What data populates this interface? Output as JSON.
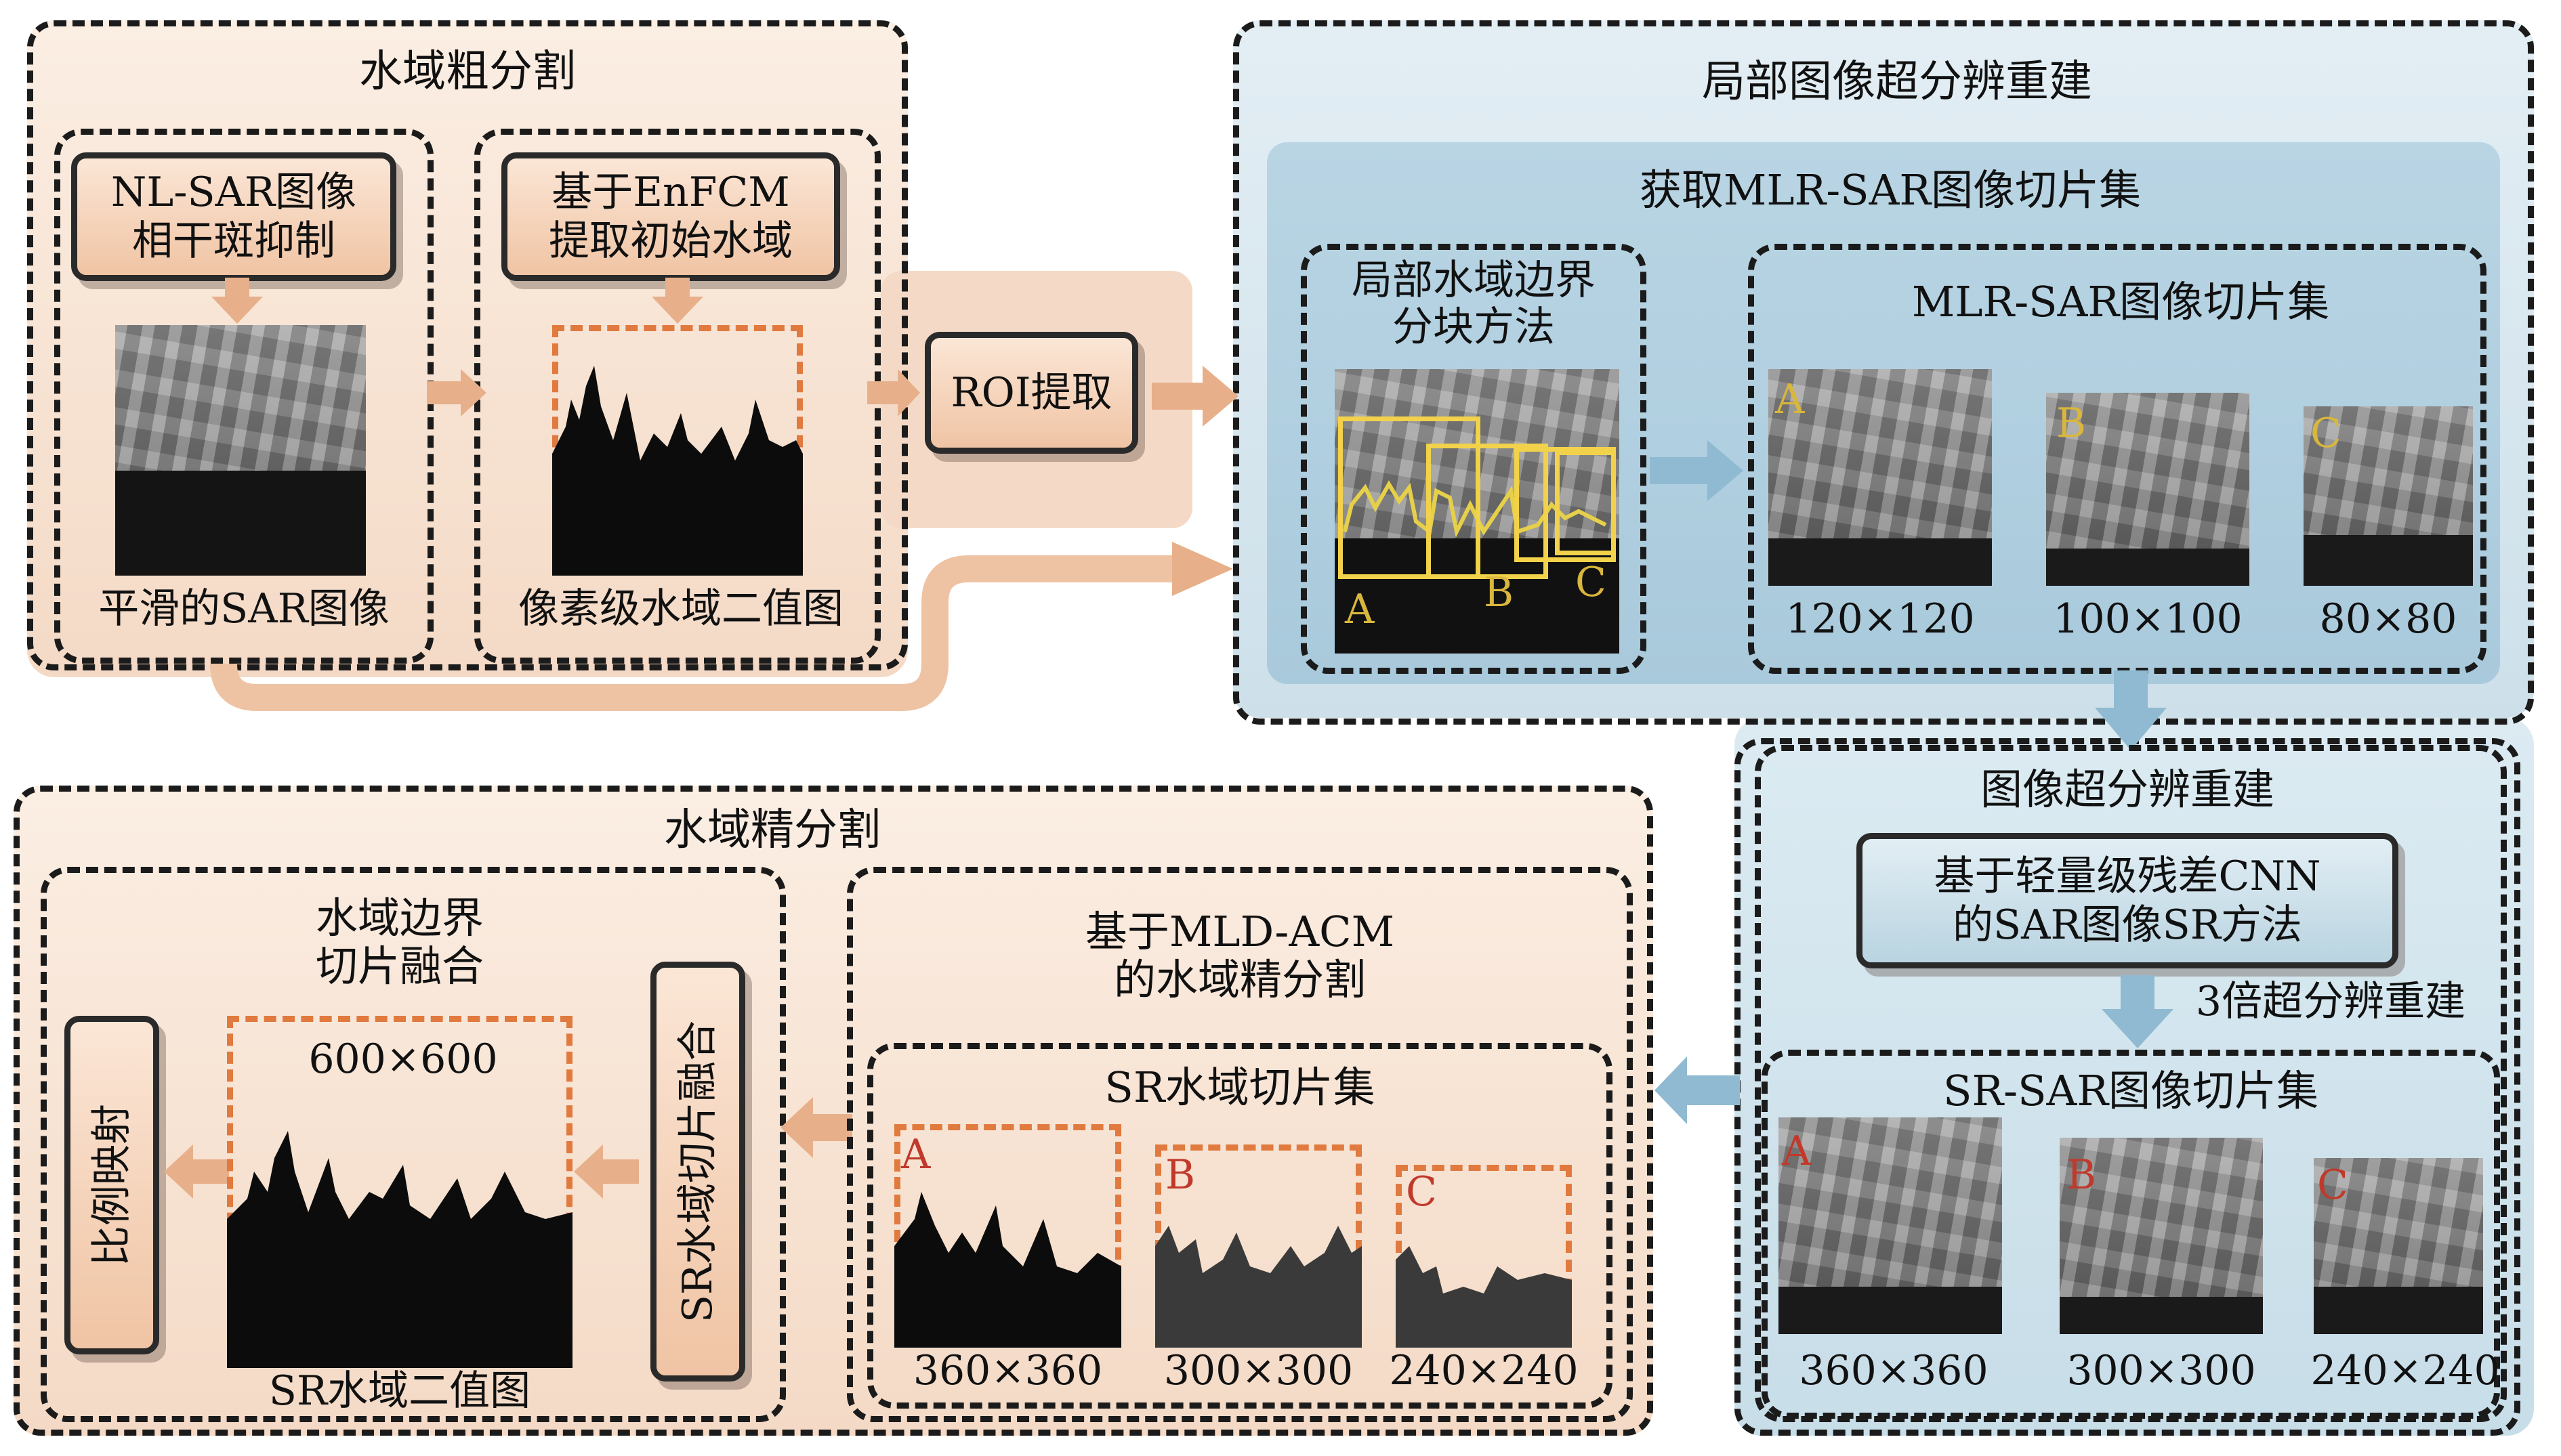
{
  "coarse": {
    "title": "水域粗分割",
    "step1": "NL-SAR图像\n相干斑抑制",
    "step2": "基于EnFCM\n提取初始水域",
    "cap1": "平滑的SAR图像",
    "cap2": "像素级水域二值图",
    "roi": "ROI提取"
  },
  "local_sr": {
    "title": "局部图像超分辨重建",
    "mlr_title": "获取MLR-SAR图像切片集",
    "block_method": "局部水域边界\n分块方法",
    "slices_title": "MLR-SAR图像切片集",
    "slices": [
      {
        "label": "A",
        "size": "120×120"
      },
      {
        "label": "B",
        "size": "100×100"
      },
      {
        "label": "C",
        "size": "80×80"
      }
    ],
    "block_labels": [
      "A",
      "B",
      "C"
    ]
  },
  "sr_recon": {
    "title": "图像超分辨重建",
    "method": "基于轻量级残差CNN\n的SAR图像SR方法",
    "scale_note": "3倍超分辨重建",
    "sr_slices_title": "SR-SAR图像切片集",
    "sr_slices": [
      {
        "label": "A",
        "size": "360×360"
      },
      {
        "label": "B",
        "size": "300×300"
      },
      {
        "label": "C",
        "size": "240×240"
      }
    ]
  },
  "fine": {
    "title": "水域精分割",
    "fusion_title": "水域边界\n切片融合",
    "fusion_size": "600×600",
    "fusion_cap": "SR水域二值图",
    "ratio_map": "比例映射",
    "slice_fusion": "SR水域切片融合",
    "mld_title": "基于MLD-ACM\n的水域精分割",
    "sr_water_title": "SR水域切片集",
    "water_slices": [
      {
        "label": "A",
        "size": "360×360"
      },
      {
        "label": "B",
        "size": "300×300"
      },
      {
        "label": "C",
        "size": "240×240"
      }
    ]
  },
  "colors": {
    "peach": "#f5dcc8",
    "blue": "#cfe2ec",
    "orange_dash": "#e07a3e",
    "yellow": "#f1d24a"
  }
}
